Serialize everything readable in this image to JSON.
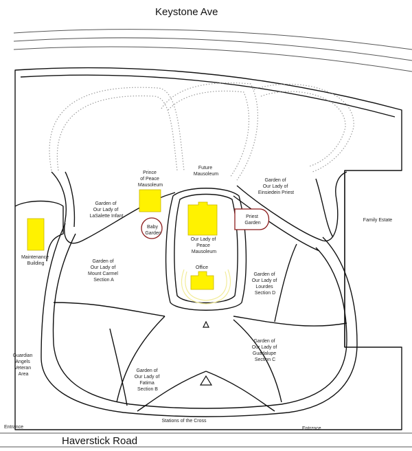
{
  "map": {
    "streets": {
      "top": "Keystone Ave",
      "bottom": "Haverstick Road"
    },
    "areas": {
      "future_mausoleum": [
        "Future",
        "Mausoleum"
      ],
      "prince_of_peace": [
        "Prince",
        "of Peace",
        "Mausoleum"
      ],
      "einsiedein": [
        "Garden of",
        "Our Lady of",
        "Einsiedein Priest"
      ],
      "lasalette": [
        "Garden of",
        "Our Lady of",
        "LaSalette Infant"
      ],
      "baby_garden": [
        "Baby",
        "Garden"
      ],
      "priest_garden": [
        "Priest",
        "Garden"
      ],
      "our_lady_of_peace": [
        "Our Lady of",
        "Peace",
        "Mausoleum"
      ],
      "family_estate": [
        "Family Estate"
      ],
      "maintenance": [
        "Maintenance",
        "Building"
      ],
      "mount_carmel": [
        "Garden of",
        "Our Lady of",
        "Mount Carmel",
        "Section A"
      ],
      "office": [
        "Office"
      ],
      "lourdes": [
        "Garden of",
        "Our Lady of",
        "Lourdes",
        "Section D"
      ],
      "guadalupe": [
        "Garden of",
        "Our Lady of",
        "Guadalupe",
        "Section C"
      ],
      "guardian_angels": [
        "Guardian",
        "Angels",
        "Veteran",
        "Area"
      ],
      "fatima": [
        "Garden of",
        "Our Lady of",
        "Fatima",
        "Section B"
      ],
      "stations": [
        "Stations of the Cross"
      ],
      "entrance_left": [
        "Entrance"
      ],
      "entrance_right": [
        "Entrznce"
      ]
    }
  }
}
